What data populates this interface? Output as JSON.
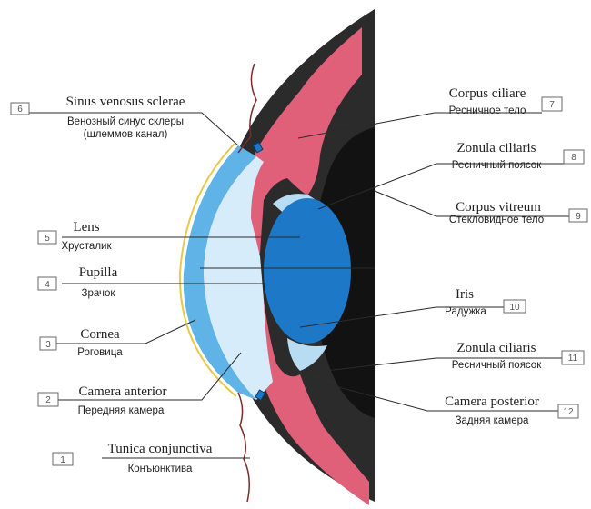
{
  "labels": [
    {
      "n": "1",
      "latin": "Tunica conjunctiva",
      "russian": "Конъюнктива"
    },
    {
      "n": "2",
      "latin": "Camera anterior",
      "russian": "Передняя камера"
    },
    {
      "n": "3",
      "latin": "Cornea",
      "russian": "Роговица"
    },
    {
      "n": "4",
      "latin": "Pupilla",
      "russian": "Зрачок"
    },
    {
      "n": "5",
      "latin": "Lens",
      "russian": "Хрусталик"
    },
    {
      "n": "6",
      "latin": "Sinus venosus sclerae",
      "russian": "Венозный синус склеры",
      "russian2": "(шлеммов канал)"
    },
    {
      "n": "7",
      "latin": "Corpus ciliare",
      "russian": "Ресничное тело"
    },
    {
      "n": "8",
      "latin": "Zonula ciliaris",
      "russian": "Ресничный поясок"
    },
    {
      "n": "9",
      "latin": "Corpus vitreum",
      "russian": "Стекловидное тело"
    },
    {
      "n": "10",
      "latin": "Iris",
      "russian": "Радужка"
    },
    {
      "n": "11",
      "latin": "Zonula ciliaris",
      "russian": "Ресничный поясок"
    },
    {
      "n": "12",
      "latin": "Camera posterior",
      "russian": "Задняя камера"
    }
  ],
  "colors": {
    "sclera": "#2b2b2b",
    "vitreous": "#121212",
    "ciliary": "#e0607a",
    "cornea": "#5fb3e6",
    "anterior_chamber": "#d7ecfa",
    "lens": "#1e78c8",
    "conjunctiva": "#e8c84a",
    "zonule": "#b8dcf2"
  }
}
